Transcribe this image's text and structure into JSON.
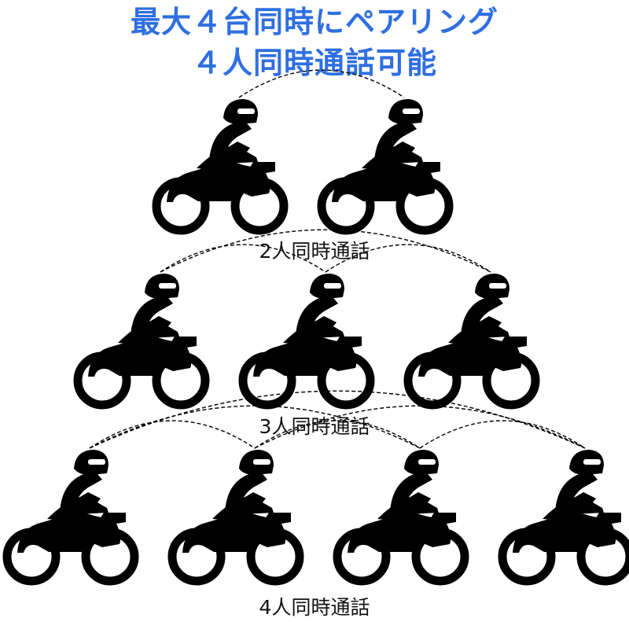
{
  "header": {
    "line1": "最大４台同時にペアリング",
    "line2": "４人同時通話可能"
  },
  "colors": {
    "headline": "#2f6fe0",
    "icon": "#000000",
    "background": "#ffffff"
  },
  "groups": [
    {
      "rider_count": 2,
      "caption": "2人同時通話"
    },
    {
      "rider_count": 3,
      "caption": "3人同時通話"
    },
    {
      "rider_count": 4,
      "caption": "4人同時通話"
    }
  ],
  "icon": "motorcycle-rider-icon",
  "link_style": "dashed-arc"
}
